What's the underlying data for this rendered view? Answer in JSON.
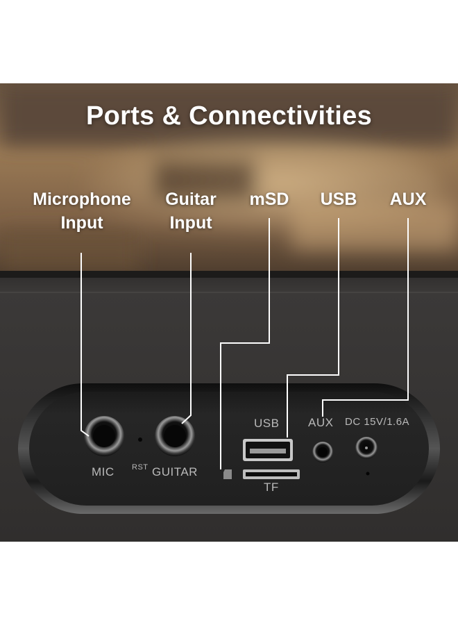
{
  "title": "Ports & Connectivities",
  "callouts": {
    "microphone": [
      "Microphone",
      "Input"
    ],
    "guitar": [
      "Guitar",
      "Input"
    ],
    "msd": "mSD",
    "usb": "USB",
    "aux": "AUX"
  },
  "panel_labels": {
    "mic": "MIC",
    "rst": "RST",
    "guitar": "GUITAR",
    "usb": "USB",
    "tf": "TF",
    "aux": "AUX",
    "dc": "DC 15V/1.6A"
  },
  "colors": {
    "callout_text": "#ffffff",
    "callout_line": "#ffffff",
    "speaker_body": "#3a3837",
    "background_wood": "#8a6a45"
  }
}
